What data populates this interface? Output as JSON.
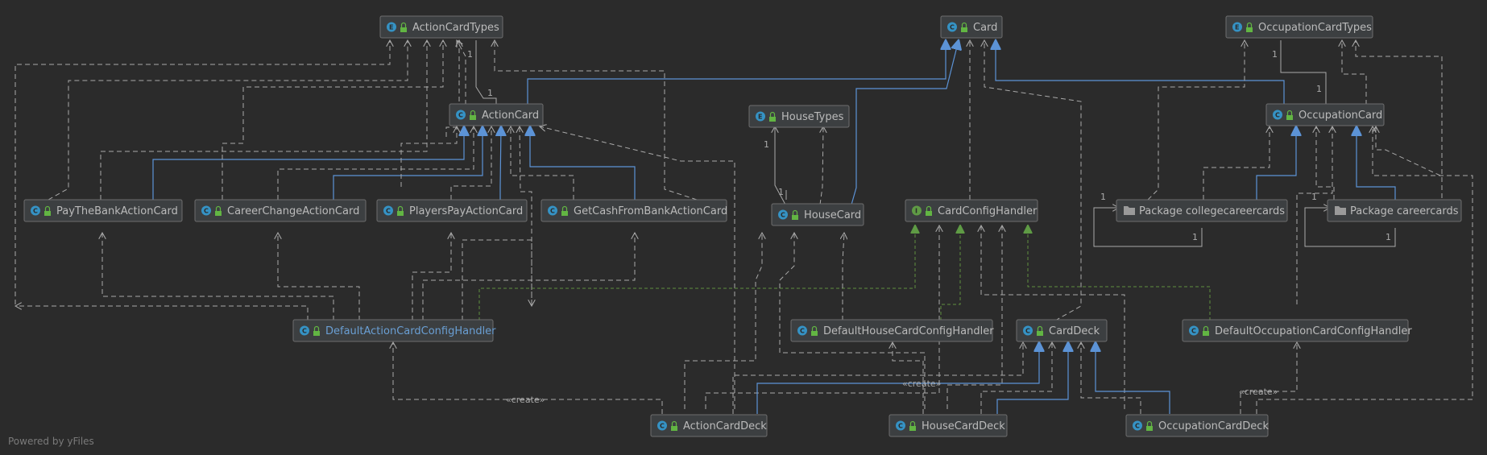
{
  "colors": {
    "background": "#2b2b2b",
    "node_fill": "#3c3f41",
    "node_border": "#6e6e6e",
    "label": "#bbbbbb",
    "link_label": "#6a9fd4",
    "generalization": "#5c93d6",
    "implementation": "#5f8f3f",
    "dependency": "#a9a9a9",
    "badge_class": "#3592c4",
    "badge_enum": "#3592c4",
    "badge_interface": "#5f9b45",
    "badge_package": "#9a9a9a",
    "lock_icon": "#62b543"
  },
  "nodes": {
    "action_card_types": {
      "label": "ActionCardTypes",
      "kind": "enum",
      "badge": "E"
    },
    "card": {
      "label": "Card",
      "kind": "abstract",
      "badge": "C"
    },
    "occupation_card_types": {
      "label": "OccupationCardTypes",
      "kind": "enum",
      "badge": "E"
    },
    "action_card": {
      "label": "ActionCard",
      "kind": "abstract",
      "badge": "C"
    },
    "house_types": {
      "label": "HouseTypes",
      "kind": "enum",
      "badge": "E"
    },
    "occupation_card": {
      "label": "OccupationCard",
      "kind": "abstract",
      "badge": "C"
    },
    "pay_the_bank_action_card": {
      "label": "PayTheBankActionCard",
      "kind": "class",
      "badge": "C"
    },
    "career_change_action_card": {
      "label": "CareerChangeActionCard",
      "kind": "class",
      "badge": "C"
    },
    "players_pay_action_card": {
      "label": "PlayersPayActionCard",
      "kind": "class",
      "badge": "C"
    },
    "get_cash_from_bank_action_card": {
      "label": "GetCashFromBankActionCard",
      "kind": "class",
      "badge": "C"
    },
    "house_card": {
      "label": "HouseCard",
      "kind": "class",
      "badge": "C"
    },
    "card_config_handler": {
      "label": "CardConfigHandler",
      "kind": "interface",
      "badge": "I"
    },
    "package_collegecareercards": {
      "label": "Package collegecareercards",
      "kind": "package",
      "badge": ""
    },
    "package_careercards": {
      "label": "Package careercards",
      "kind": "package",
      "badge": ""
    },
    "default_action_card_config_handler": {
      "label": "DefaultActionCardConfigHandler",
      "kind": "class",
      "badge": "C"
    },
    "default_house_card_config_handler": {
      "label": "DefaultHouseCardConfigHandler",
      "kind": "class",
      "badge": "C"
    },
    "card_deck": {
      "label": "CardDeck",
      "kind": "abstract",
      "badge": "C"
    },
    "default_occupation_card_config_handler": {
      "label": "DefaultOccupationCardConfigHandler",
      "kind": "class",
      "badge": "C"
    },
    "action_card_deck": {
      "label": "ActionCardDeck",
      "kind": "class",
      "badge": "C"
    },
    "house_card_deck": {
      "label": "HouseCardDeck",
      "kind": "class",
      "badge": "C"
    },
    "occupation_card_deck": {
      "label": "OccupationCardDeck",
      "kind": "class",
      "badge": "C"
    }
  },
  "edge_labels": {
    "create_action": "«create»",
    "create_house": "«create»",
    "create_occupation": "«create»",
    "mult_action_types_top": "1",
    "mult_action_types_bottom": "1",
    "mult_house_types_top": "1",
    "mult_house_types_bottom": "1",
    "mult_occ_types_top": "1",
    "mult_occ_types_bottom": "1",
    "mult_college_self_top": "1",
    "mult_college_self_bottom": "1",
    "mult_career_self_top": "1",
    "mult_career_self_bottom": "1"
  },
  "footer": "Powered by yFiles"
}
